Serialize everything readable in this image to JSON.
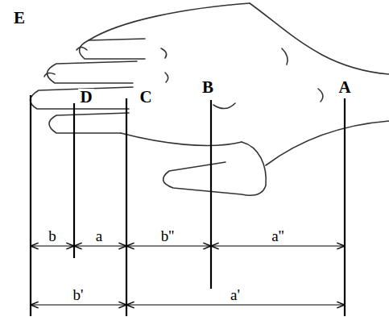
{
  "diagram": {
    "labels": [
      "E",
      "D",
      "C",
      "B",
      "A",
      "b",
      "a",
      "b''",
      "a''",
      "b'",
      "a'"
    ]
  }
}
